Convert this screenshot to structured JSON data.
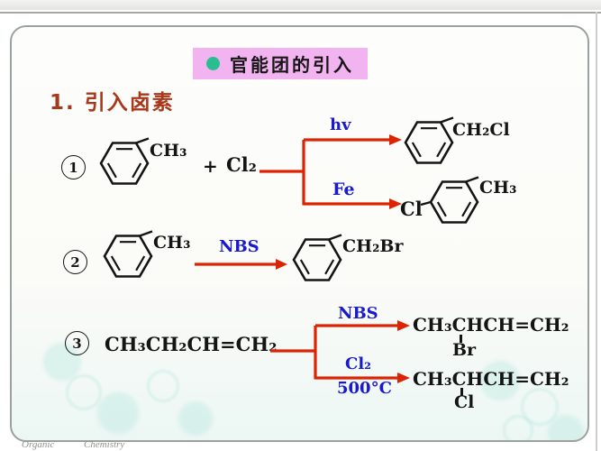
{
  "title_badge": {
    "text": "官能团的引入"
  },
  "section_heading": "1. 引入卤素",
  "reaction1": {
    "number": "1",
    "reactant_methyl": "CH₃",
    "plus_sign": "+",
    "reagent": "Cl₂",
    "branch_top": {
      "condition": "hv",
      "product_group": "CH₂Cl"
    },
    "branch_bottom": {
      "condition": "Fe",
      "product_prefix": "Cl",
      "product_group": "CH₃"
    }
  },
  "reaction2": {
    "number": "2",
    "reactant_methyl": "CH₃",
    "condition": "NBS",
    "product_group": "CH₂Br"
  },
  "reaction3": {
    "number": "3",
    "reactant": "CH₃CH₂CH=CH₂",
    "branch_top": {
      "condition": "NBS",
      "product": "CH₃CHCH=CH₂",
      "substituent": "Br"
    },
    "branch_bottom": {
      "condition_reagent": "Cl₂",
      "condition_temp": "500°C",
      "product": "CH₃CHCH=CH₂",
      "substituent": "Cl"
    }
  },
  "footer": {
    "left": "Organic",
    "right": "Chemistry"
  },
  "colors": {
    "arrow_red": "#DC2405",
    "condition_blue": "#1A1ACC",
    "heading_red": "#A8381C",
    "badge_pink": "#F2B4F0",
    "bullet_green": "#29BE8F"
  }
}
